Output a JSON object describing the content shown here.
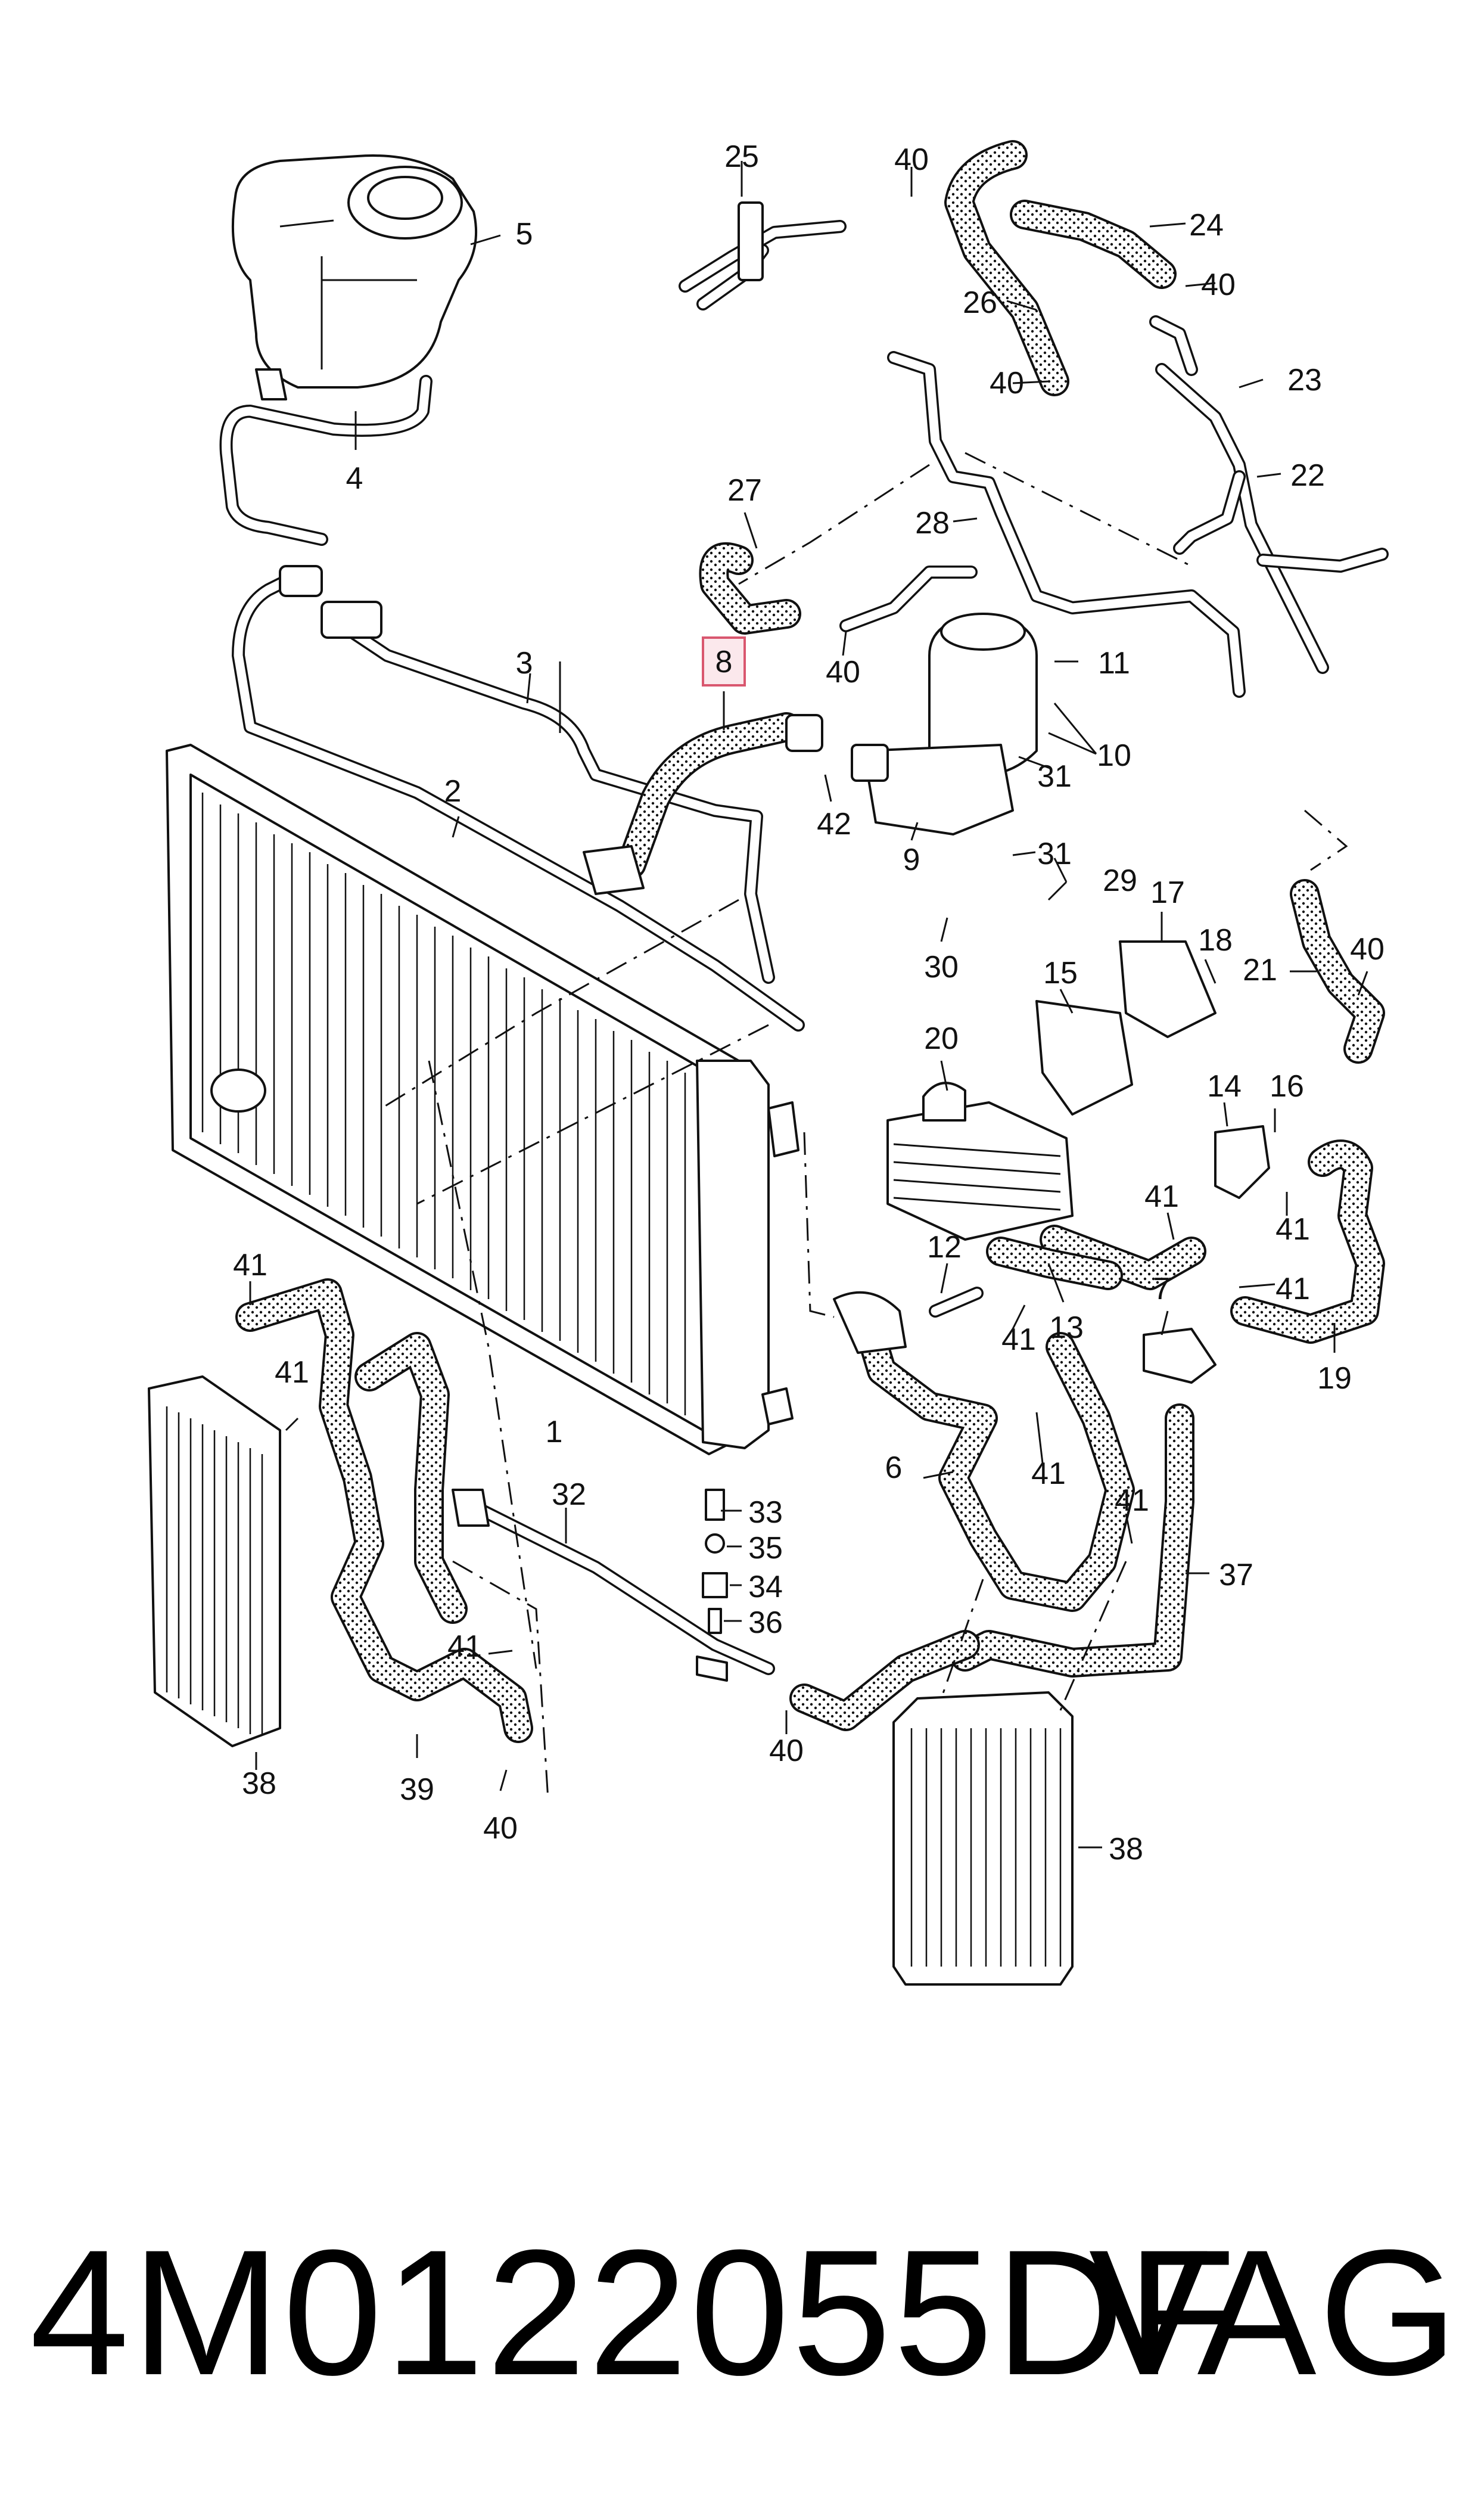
{
  "diagram": {
    "callouts": [
      "1",
      "2",
      "3",
      "4",
      "5",
      "6",
      "7",
      "8",
      "9",
      "10",
      "11",
      "12",
      "13",
      "14",
      "15",
      "16",
      "17",
      "18",
      "19",
      "20",
      "21",
      "22",
      "23",
      "24",
      "25",
      "26",
      "27",
      "28",
      "29",
      "30",
      "31",
      "32",
      "33",
      "34",
      "35",
      "36",
      "37",
      "38",
      "39",
      "40",
      "41",
      "42"
    ],
    "highlighted_callout": "8",
    "highlight_color": "#d9576f"
  },
  "footer": {
    "part_number": "4M0122055DF",
    "brand": "VAG"
  }
}
